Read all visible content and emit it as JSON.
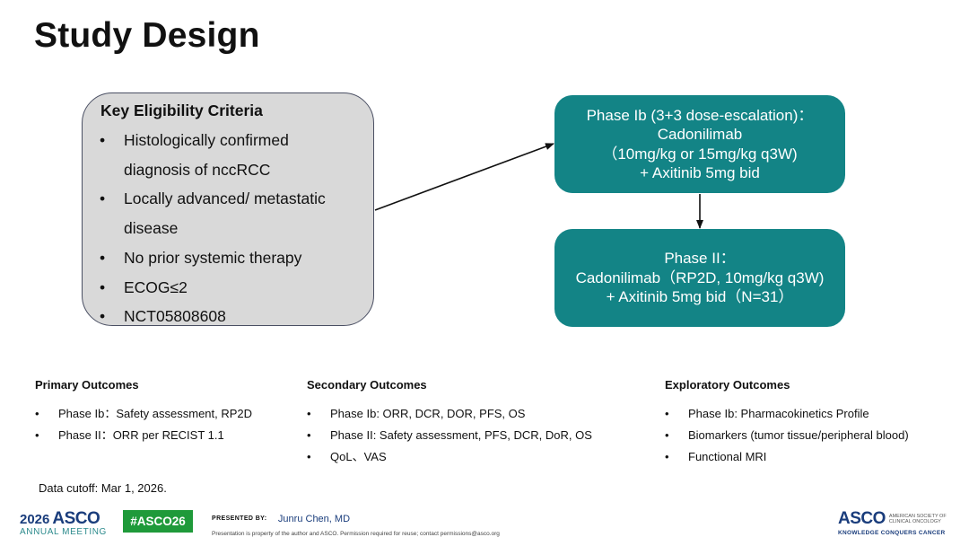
{
  "title": "Study Design",
  "eligibility": {
    "heading": "Key Eligibility Criteria",
    "items": [
      "Histologically confirmed",
      "diagnosis of nccRCC",
      "Locally advanced/ metastatic",
      "disease",
      "No prior systemic therapy",
      "ECOG≤2",
      "NCT05808608"
    ]
  },
  "phase_ib": {
    "lines": [
      "Phase Ib (3+3 dose-escalation)：",
      "Cadonilimab",
      "（10mg/kg or 15mg/kg q3W)",
      "+ Axitinib 5mg bid"
    ]
  },
  "phase_ii": {
    "lines": [
      "Phase II：",
      "Cadonilimab（RP2D, 10mg/kg q3W)",
      "+ Axitinib 5mg bid（N=31）"
    ]
  },
  "outcomes": {
    "primary": {
      "heading": "Primary Outcomes",
      "items": [
        "Phase Ib：Safety assessment, RP2D",
        "Phase II：ORR per RECIST 1.1"
      ]
    },
    "secondary": {
      "heading": "Secondary Outcomes",
      "items": [
        "Phase Ib: ORR, DCR, DOR, PFS, OS",
        "Phase II: Safety assessment, PFS, DCR, DoR, OS",
        "QoL、VAS"
      ]
    },
    "exploratory": {
      "heading": "Exploratory Outcomes",
      "items": [
        "Phase Ib: Pharmacokinetics Profile",
        "Biomarkers (tumor tissue/peripheral blood)",
        "Functional MRI"
      ]
    }
  },
  "data_cutoff": "Data cutoff: Mar 1, 2026.",
  "footer": {
    "year": "2026",
    "asco": "ASCO",
    "annual_meeting": "ANNUAL MEETING",
    "hashtag": "#ASCO26",
    "presented_by": "PRESENTED BY:",
    "presenter": "Junru Chen, MD",
    "permission_note": "Presentation is property of the author and ASCO. Permission required for reuse; contact permissions@asco.org",
    "right_logo": "ASCO",
    "society_line1": "AMERICAN SOCIETY OF",
    "society_line2": "CLINICAL ONCOLOGY",
    "tagline": "KNOWLEDGE CONQUERS CANCER"
  },
  "colors": {
    "phase_box": "#138486",
    "eligibility_box": "#d9d9d9",
    "hashtag_bg": "#1f9a3a",
    "asco_blue": "#1a3d7c"
  }
}
